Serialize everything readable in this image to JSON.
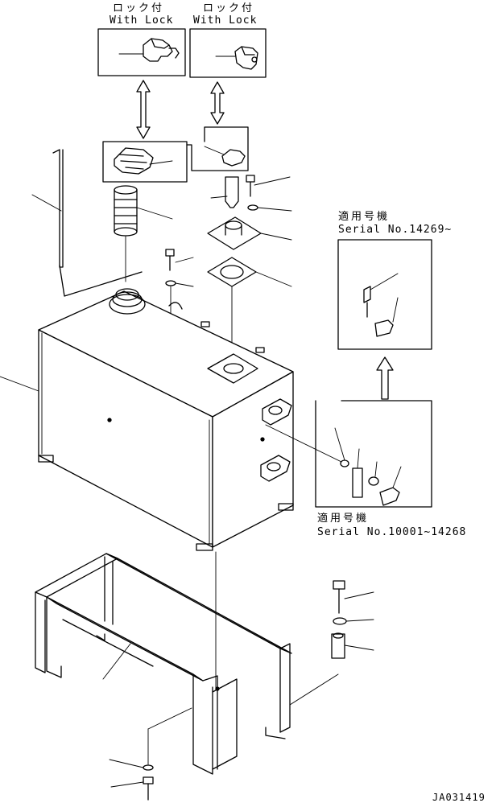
{
  "lock_option_left": {
    "jp": "ロック付",
    "en": "With Lock"
  },
  "lock_option_right": {
    "jp": "ロック付",
    "en": "With Lock"
  },
  "applicable_upper": {
    "jp": "適用号機",
    "serial": "Serial No.14269~"
  },
  "applicable_lower": {
    "jp": "適用号機",
    "serial": "Serial No.10001~14268"
  },
  "drawing_code": "JA031419"
}
